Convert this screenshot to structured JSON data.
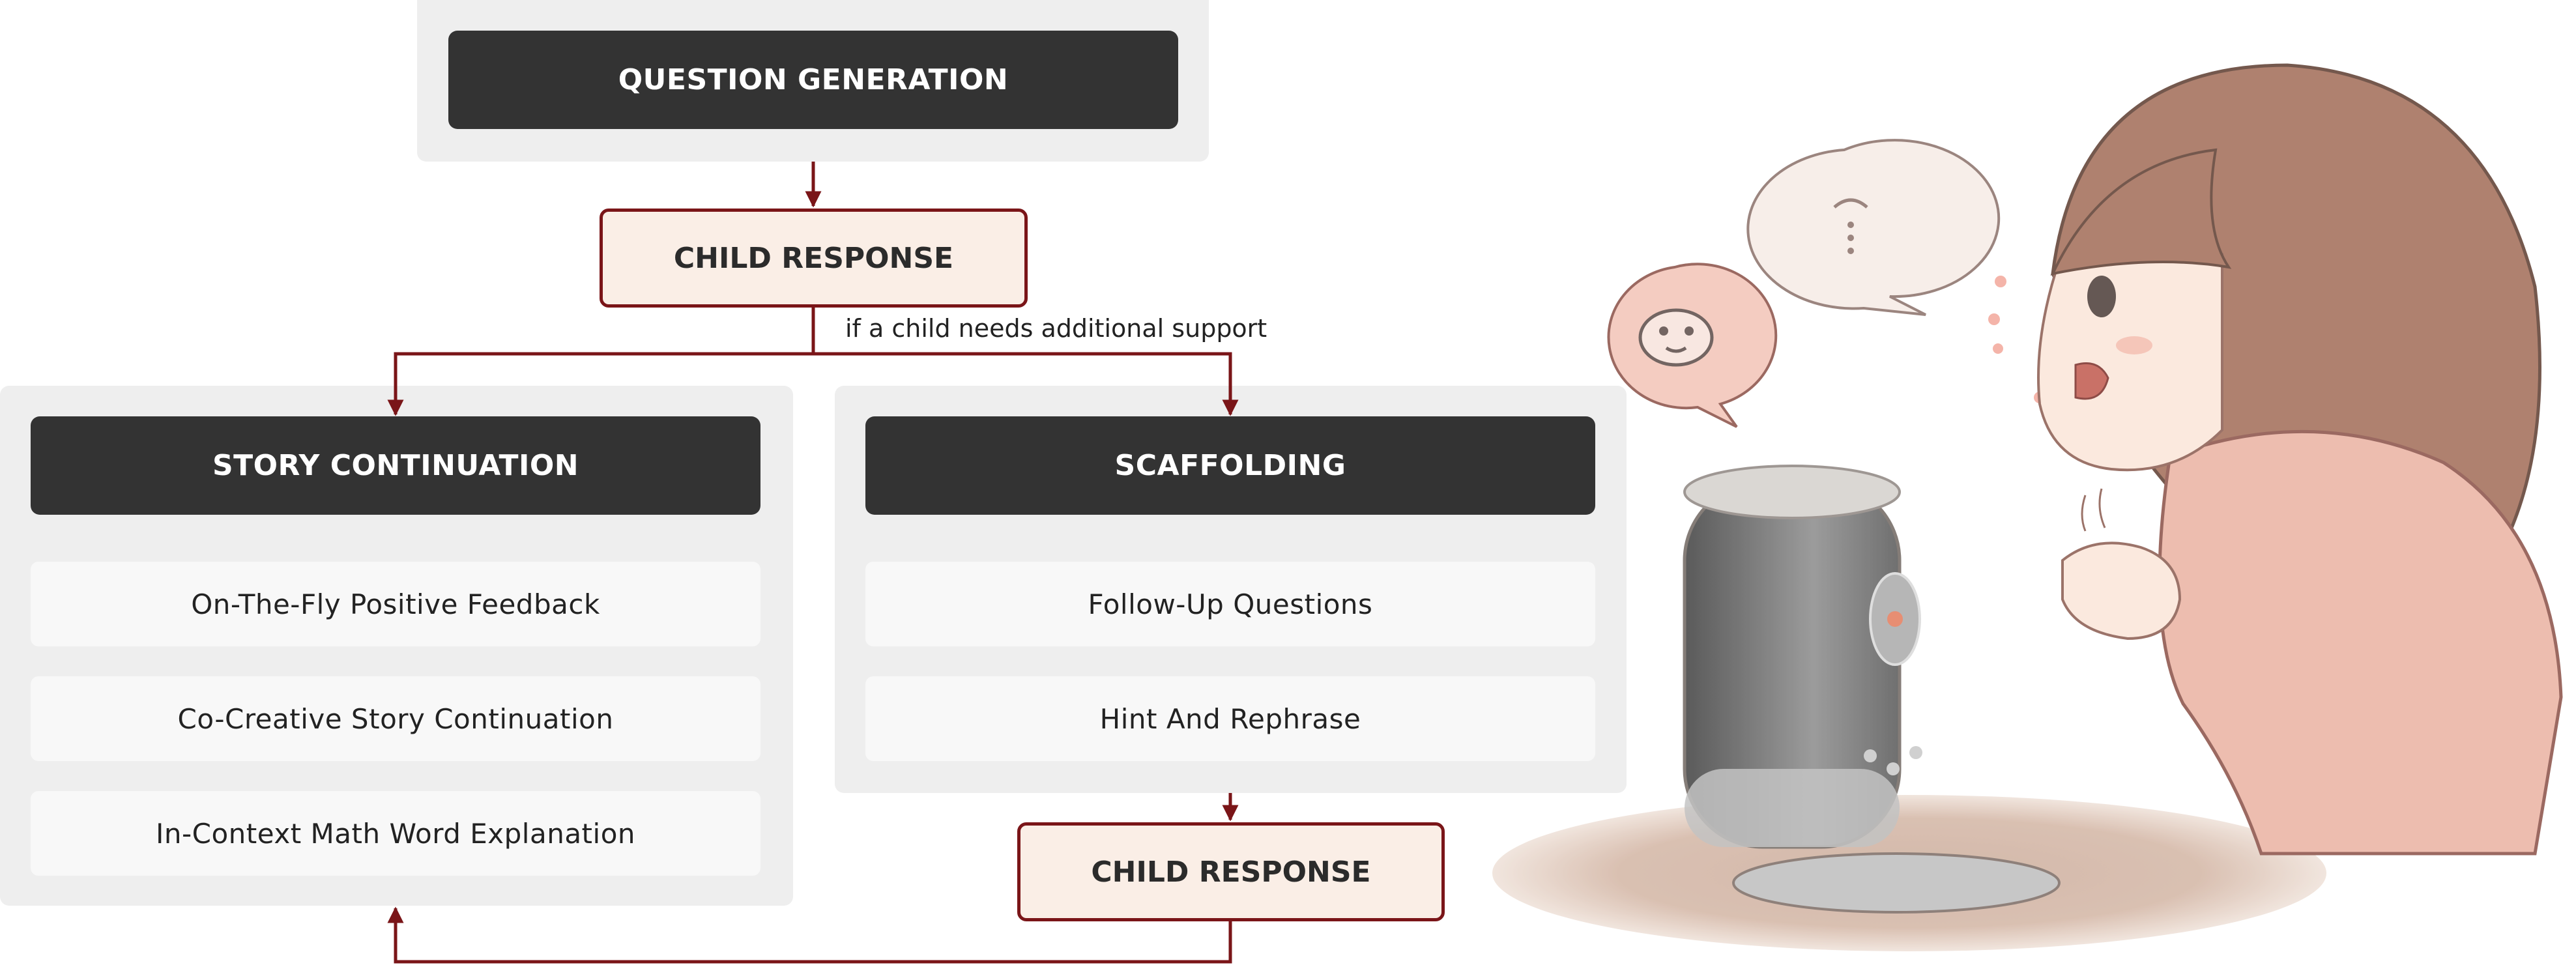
{
  "flow": {
    "question_generation": "QUESTION GENERATION",
    "child_response_top": "CHILD RESPONSE",
    "branch_condition": "if a child needs additional support",
    "child_response_bottom": "CHILD RESPONSE"
  },
  "story_continuation": {
    "title": "STORY CONTINUATION",
    "items": [
      "On-The-Fly Positive Feedback",
      "Co-Creative Story Continuation",
      "In-Context Math Word Explanation"
    ]
  },
  "scaffolding": {
    "title": "SCAFFOLDING",
    "items": [
      "Follow-Up Questions",
      "Hint And Rephrase"
    ]
  },
  "colors": {
    "header_bg": "#333333",
    "panel_bg": "#eeeeee",
    "response_bg": "#faeee6",
    "accent": "#7a1518"
  }
}
